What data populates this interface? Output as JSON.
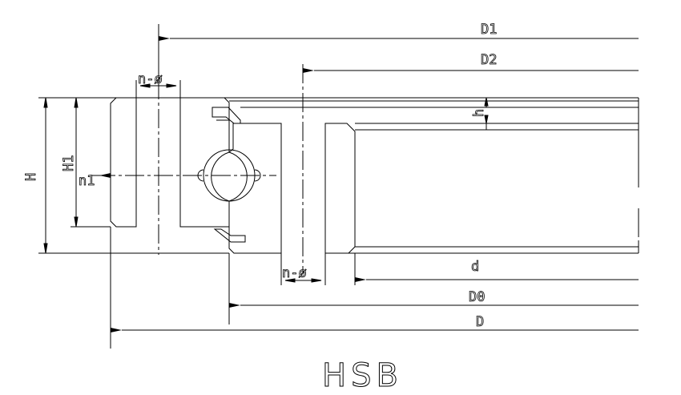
{
  "drawing": {
    "title": "HSB",
    "labels": {
      "D1": "D1",
      "D2": "D2",
      "n_phi_top": "n-ø",
      "n_phi_bottom": "n-ø",
      "H": "H",
      "H1": "H1",
      "n1": "n1",
      "h": "h",
      "d": "d",
      "D0": "D0",
      "D": "D"
    }
  }
}
